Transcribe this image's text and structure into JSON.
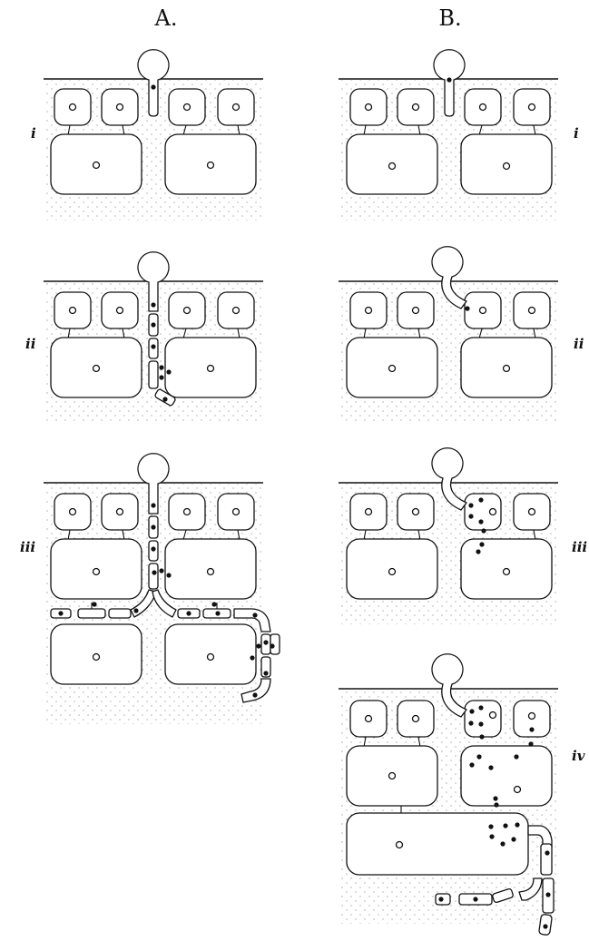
{
  "figure": {
    "columns": [
      {
        "id": "A",
        "title": "A.",
        "stages": [
          "i",
          "ii",
          "iii"
        ]
      },
      {
        "id": "B",
        "title": "B.",
        "stages": [
          "i",
          "ii",
          "iii",
          "iv"
        ]
      }
    ],
    "colors": {
      "ink": "#111111",
      "paper": "#ffffff",
      "stipple": "#555555"
    }
  }
}
